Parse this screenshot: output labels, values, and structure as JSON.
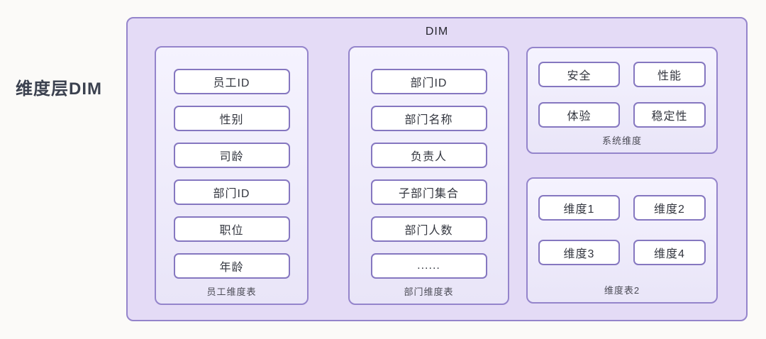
{
  "side_label": "维度层DIM",
  "container": {
    "title": "DIM"
  },
  "panels": {
    "employee": {
      "caption": "员工维度表",
      "items": [
        "员工ID",
        "性别",
        "司龄",
        "部门ID",
        "职位",
        "年龄"
      ]
    },
    "department": {
      "caption": "部门维度表",
      "items": [
        "部门ID",
        "部门名称",
        "负责人",
        "子部门集合",
        "部门人数",
        "......"
      ]
    },
    "system": {
      "caption": "系统维度",
      "items": [
        "安全",
        "性能",
        "体验",
        "稳定性"
      ]
    },
    "dim2": {
      "caption": "维度表2",
      "items": [
        "维度1",
        "维度2",
        "维度3",
        "维度4"
      ]
    }
  },
  "colors": {
    "page_background": "#fbfaf8",
    "outer_fill": "#e4dbf6",
    "panel_border": "#9484cb",
    "panel_fill_top": "#f5f3fe",
    "panel_fill_bottom": "#e9e5f8",
    "box_fill": "#ffffff",
    "box_border": "#8577c0",
    "box_text": "#33363f",
    "caption_text": "#4b4b55",
    "title_text": "#26262e",
    "side_label_text": "#3b414f"
  }
}
